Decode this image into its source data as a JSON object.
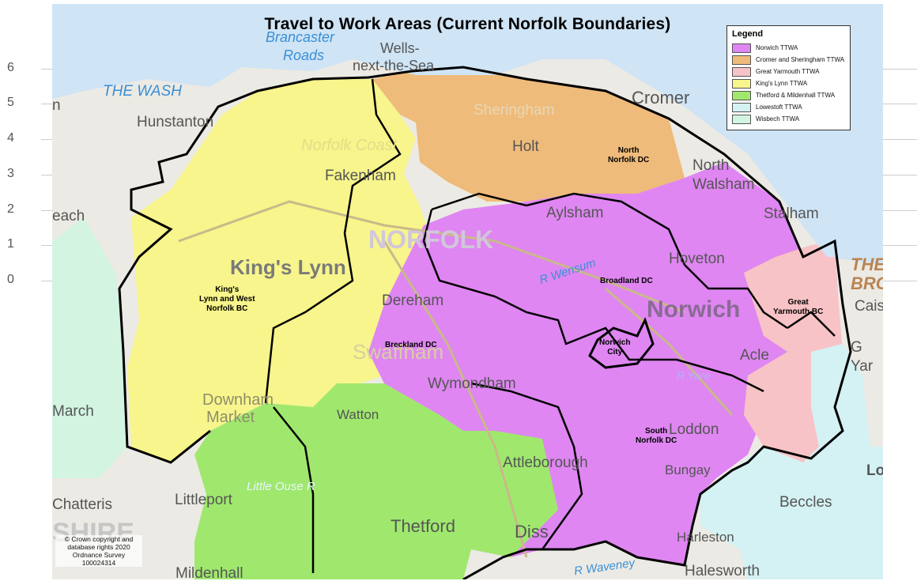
{
  "axis": {
    "ticks": [
      "6",
      "5",
      "4",
      "3",
      "2",
      "1",
      "0"
    ]
  },
  "map": {
    "title": "Travel to Work Areas (Current Norfolk Boundaries)",
    "legend": {
      "title": "Legend",
      "items": [
        {
          "label": "Norwich TTWA",
          "color": "#df86f2"
        },
        {
          "label": "Cromer and Sheringham TTWA",
          "color": "#efbb7a"
        },
        {
          "label": "Great Yarmouth TTWA",
          "color": "#f7c3c6"
        },
        {
          "label": "King's Lynn TTWA",
          "color": "#f7f58b"
        },
        {
          "label": "Thetford & Mildenhall TTWA",
          "color": "#9fe86d"
        },
        {
          "label": "Lowestoft TTWA",
          "color": "#d4f1f3"
        },
        {
          "label": "Wisbech TTWA",
          "color": "#d2f4e0"
        }
      ]
    },
    "districts": {
      "north_norfolk": "North\nNorfolk DC",
      "kings_lynn": "King's\nLynn and West\nNorfolk BC",
      "breckland": "Breckland DC",
      "broadland": "Broadland DC",
      "norwich_city": "Norwich\nCity",
      "great_yarmouth": "Great\nYarmouth BC",
      "south_norfolk": "South\nNorfolk DC"
    },
    "places": {
      "the_wash": "THE WASH",
      "brancaster": "Brancaster",
      "roads": "Roads",
      "wells1": "Wells-",
      "wells2": "next-the-Sea",
      "hunstanton": "Hunstanton",
      "cromer": "Cromer",
      "sheringham": "Sheringham",
      "holt": "Holt",
      "norfolk_coast": "Norfolk Coast",
      "fakenham": "Fakenham",
      "north_walsham": "North Walsham",
      "aylsham": "Aylsham",
      "stalham": "Stalham",
      "hoveton": "Hoveton",
      "norfolk": "NORFOLK",
      "kings_lynn": "King's Lynn",
      "norwich": "Norwich",
      "dereham": "Dereham",
      "swaffham": "Swaffham",
      "wymondham": "Wymondham",
      "downham": "Downham",
      "market": "Market",
      "watton": "Watton",
      "acle": "Acle",
      "loddon": "Loddon",
      "attleborough": "Attleborough",
      "bungay": "Bungay",
      "thetford": "Thetford",
      "diss": "Diss",
      "beccles": "Beccles",
      "harleston": "Harleston",
      "halesworth": "Halesworth",
      "littleport": "Littleport",
      "little_ouse": "Little Ouse R",
      "chatteris": "Chatteris",
      "shire": "SHIRE",
      "march": "March",
      "each": "each",
      "the_broads": "THE BROADS",
      "caister": "Caister",
      "lo": "Lo",
      "g_yar": "G Yar",
      "r_wensum": "R Wensum",
      "r_yare": "R Yare",
      "r_waveney": "R Waveney",
      "mildenhall": "Mildenhall",
      "n": "n"
    },
    "copyright": "© Crown copyright and database rights 2020 Ordnance Survey 100024314"
  }
}
